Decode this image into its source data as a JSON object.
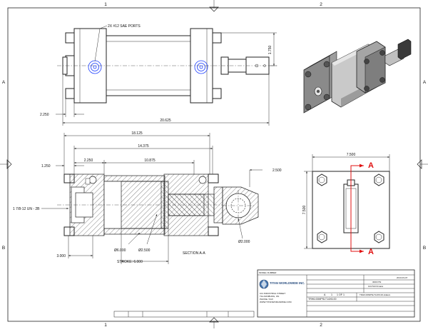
{
  "grid": {
    "columns": [
      "1",
      "2"
    ],
    "rows": [
      "A",
      "B"
    ]
  },
  "top_view": {
    "callout": "2X #12 SAE PORTS",
    "dim_height": "1.750",
    "dim_left": "2.250",
    "dim_overall": "20.625"
  },
  "section_view": {
    "dim_overall": "18.125",
    "dim_14": "14.375",
    "dim_2250": "2.250",
    "dim_10875": "10.875",
    "dim_1250": "1.250",
    "dim_2500": "2.500",
    "thread": "1 7/8-12 UN - 2B",
    "dim_3000": "3.000",
    "bore": "Ø6.000",
    "rod": "Ø2.500",
    "pin": "Ø2.000",
    "stroke": "STROKE: 6.000",
    "section_label": "SECTION A-A"
  },
  "end_view": {
    "dim_width": "7.500",
    "dim_height": "7.500",
    "marker_top": "A",
    "marker_bottom": "A"
  },
  "title_block": {
    "model_label": "MODEL NUMBER",
    "company": "TITAN WORLDWIDE INC.",
    "address_lines": [
      "101 INDUSTRIAL STREET",
      "TILLSONBURG, ON",
      "PHONE / FAX",
      "WWW.TITANWORLDWIDE.COM"
    ],
    "date": "2013-03-07",
    "pressure": "3000 PSI",
    "mass": "104.513 lbmass",
    "sheet_text": "1 OF 1",
    "rev": "A",
    "scale": "1",
    "part_number": "TRH6.00MPSLT14X6.00",
    "file_name": "TRH6.00MPSLT14X6.00.sldasm"
  },
  "colors": {
    "port_marker": "#1a3cff",
    "section_marker": "#e01010"
  }
}
